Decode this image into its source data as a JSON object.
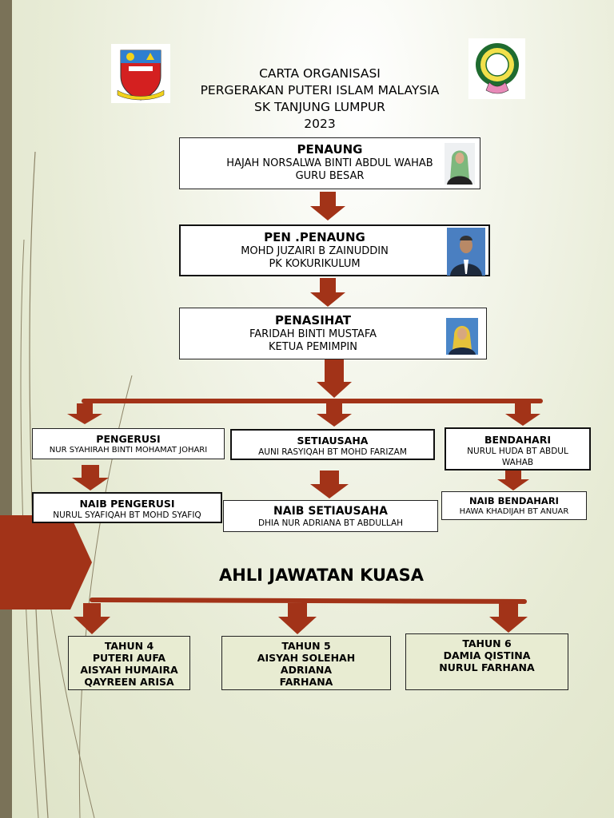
{
  "title": {
    "line1": "CARTA ORGANISASI",
    "line2": "PERGERAKAN PUTERI ISLAM MALAYSIA",
    "line3": "SK TANJUNG LUMPUR",
    "line4": "2023"
  },
  "logos": {
    "left": "SK TANJUNG LUMPUR",
    "right": "PUTERI"
  },
  "penaung": {
    "role": "PENAUNG",
    "name": "HAJAH NORSALWA BINTI ABDUL WAHAB",
    "position": "GURU BESAR"
  },
  "pen_penaung": {
    "role": "PEN .PENAUNG",
    "name": "MOHD JUZAIRI B ZAINUDDIN",
    "position": "PK KOKURIKULUM"
  },
  "penasihat": {
    "role": "PENASIHAT",
    "name": "FARIDAH BINTI MUSTAFA",
    "position": "KETUA PEMIMPIN"
  },
  "pengerusi": {
    "role": "PENGERUSI",
    "name": "NUR SYAHIRAH BINTI MOHAMAT JOHARI"
  },
  "setiausaha": {
    "role": "SETIAUSAHA",
    "name": "AUNI RASYIQAH BT MOHD FARIZAM"
  },
  "bendahari": {
    "role": "BENDAHARI",
    "name": "NURUL HUDA BT ABDUL WAHAB"
  },
  "naib_pengerusi": {
    "role": "NAIB PENGERUSI",
    "name": "NURUL SYAFIQAH BT MOHD SYAFIQ"
  },
  "naib_setiausaha": {
    "role": "NAIB SETIAUSAHA",
    "name": "DHIA NUR ADRIANA BT ABDULLAH"
  },
  "naib_bendahari": {
    "role": "NAIB BENDAHARI",
    "name": "HAWA KHADIJAH BT ANUAR"
  },
  "ajk": {
    "heading": "AHLI JAWATAN KUASA",
    "tahun4": {
      "label": "TAHUN 4",
      "members": [
        "PUTERI AUFA",
        "AISYAH HUMAIRA",
        "QAYREEN ARISA"
      ]
    },
    "tahun5": {
      "label": "TAHUN 5",
      "members": [
        "AISYAH SOLEHAH",
        "ADRIANA",
        "FARHANA"
      ]
    },
    "tahun6": {
      "label": "TAHUN 6",
      "members": [
        "DAMIA QISTINA",
        "NURUL FARHANA"
      ]
    }
  },
  "colors": {
    "arrow": "#a23318",
    "bar": "#7a7258"
  }
}
